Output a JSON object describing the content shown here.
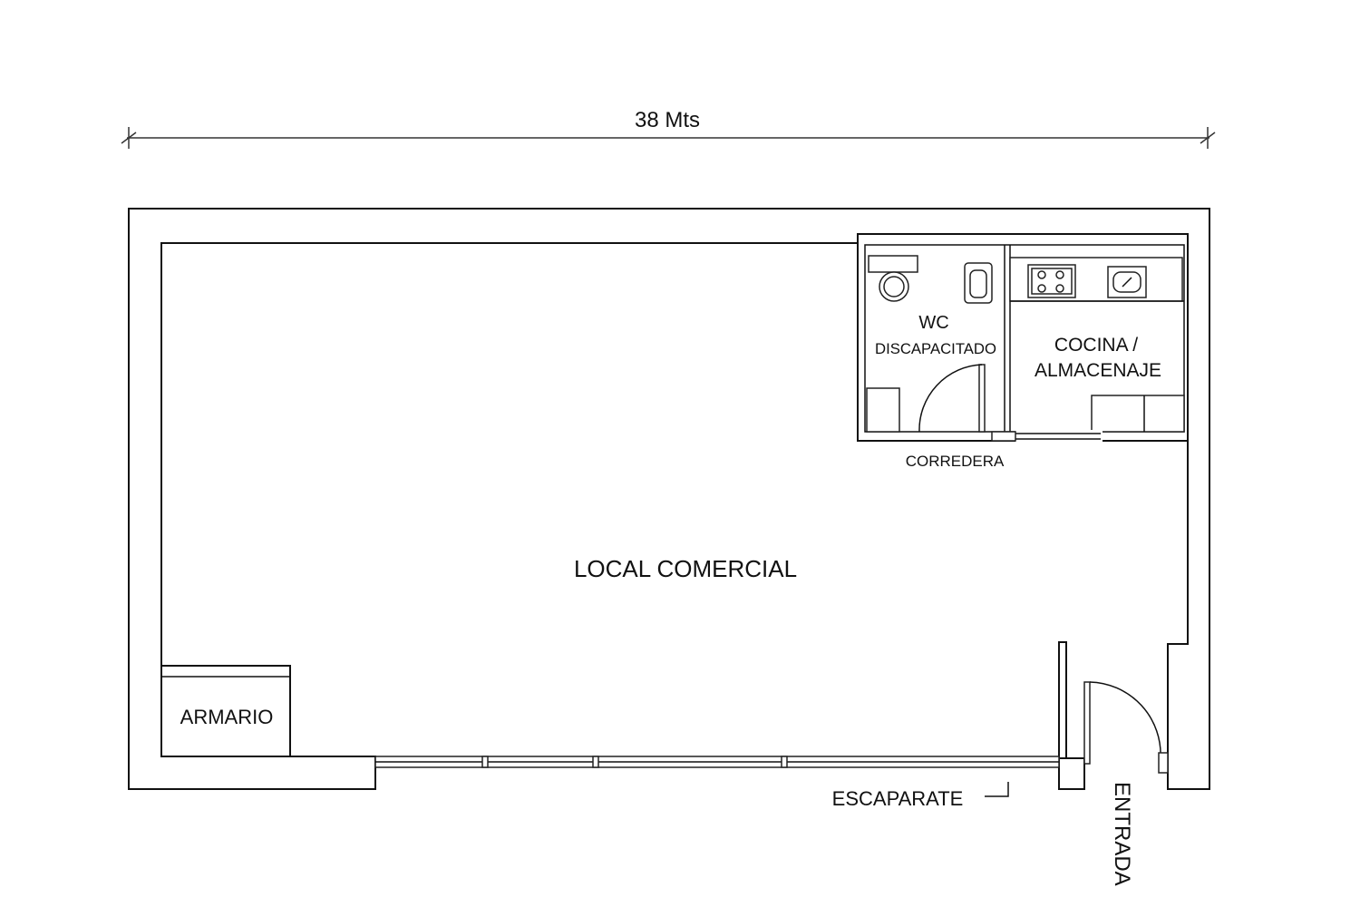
{
  "dimension": {
    "label": "38 Mts"
  },
  "rooms": {
    "wc_line1": "WC",
    "wc_line2": "DISCAPACITADO",
    "kitchen_line1": "COCINA /",
    "kitchen_line2": "ALMACENAJE",
    "main": "LOCAL COMERCIAL",
    "closet": "ARMARIO"
  },
  "labels": {
    "sliding_door": "CORREDERA",
    "shop_window": "ESCAPARATE",
    "entrance": "ENTRADA"
  },
  "colors": {
    "line": "#111111",
    "background": "#ffffff"
  }
}
